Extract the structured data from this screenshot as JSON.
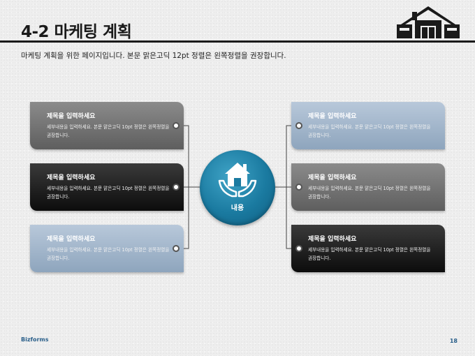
{
  "header": {
    "title": "4-2 마케팅 계획",
    "subtitle": "마케팅 계획을 위한 페이지입니다. 본문 맑은고딕 12pt 정렬은 왼쪽정렬을 권장합니다.",
    "logo_icon": "house-icon"
  },
  "center": {
    "label": "내용",
    "icon": "house-in-hands-icon",
    "color": "#1a7aa0"
  },
  "cards": [
    {
      "title": "제목을 입력하세요",
      "body": "세부내용을 입력하세요. 본문 맑은고딕 10pt 정렬은 왼쪽정렬을 권장합니다.",
      "style": "gray"
    },
    {
      "title": "제목을 입력하세요",
      "body": "세부내용을 입력하세요. 본문 맑은고딕 10pt 정렬은 왼쪽정렬을 권장합니다.",
      "style": "black"
    },
    {
      "title": "제목을 입력하세요",
      "body": "세부내용을 입력하세요. 본문 맑은고딕 10pt 정렬은 왼쪽정렬을 권장합니다.",
      "style": "blue"
    },
    {
      "title": "제목을 입력하세요",
      "body": "세부내용을 입력하세요. 본문 맑은고딕 10pt 정렬은 왼쪽정렬을 권장합니다.",
      "style": "blue"
    },
    {
      "title": "제목을 입력하세요",
      "body": "세부내용을 입력하세요. 본문 맑은고딕 10pt 정렬은 왼쪽정렬을 권장합니다.",
      "style": "gray"
    },
    {
      "title": "제목을 입력하세요",
      "body": "세부내용을 입력하세요. 본문 맑은고딕 10pt 정렬은 왼쪽정렬을 권장합니다.",
      "style": "black"
    }
  ],
  "footer": {
    "brand": "Bizforms",
    "page_number": "18"
  },
  "colors": {
    "brand_text": "#2a5f8a",
    "title_rule": "#1a1a1a"
  }
}
